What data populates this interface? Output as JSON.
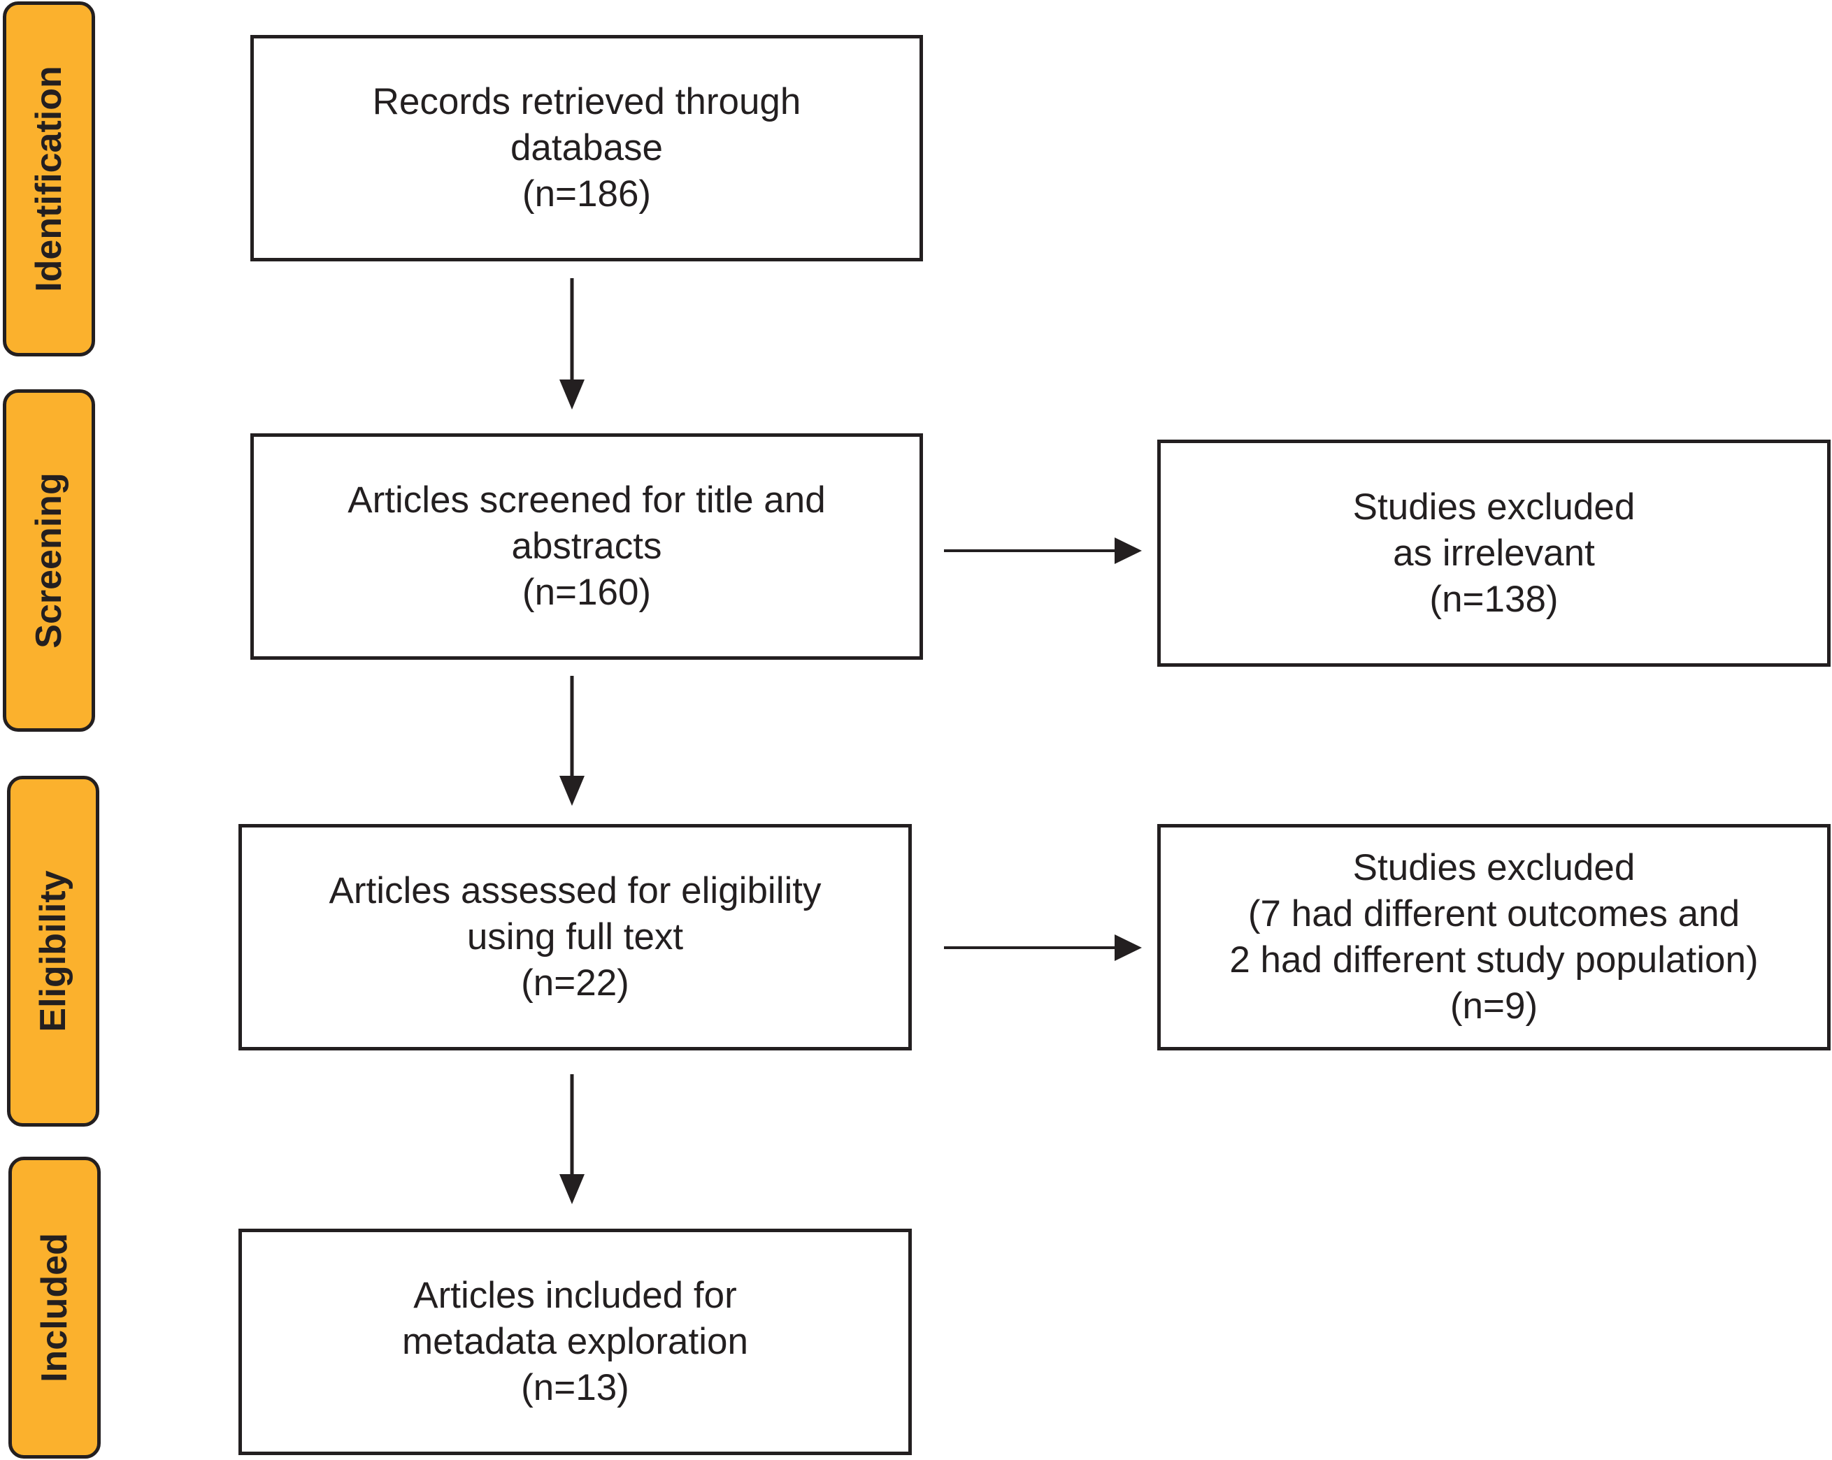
{
  "phases": {
    "identification": "Identification",
    "screening": "Screening",
    "eligibility": "Eligibility",
    "included": "Included"
  },
  "boxes": {
    "records": {
      "line1": "Records retrieved through",
      "line2": "database",
      "count": "(n=186)"
    },
    "screened": {
      "line1": "Articles screened for title and",
      "line2": "abstracts",
      "count": "(n=160)"
    },
    "excluded_irrelevant": {
      "line1": "Studies excluded",
      "line2": "as irrelevant",
      "count": "(n=138)"
    },
    "assessed": {
      "line1": "Articles assessed for eligibility",
      "line2": "using full text",
      "count": "(n=22)"
    },
    "excluded_fulltext": {
      "line1": "Studies excluded",
      "line2": "(7 had different outcomes and",
      "line3": "2 had different study population)",
      "count": "(n=9)"
    },
    "included": {
      "line1": "Articles included for",
      "line2": "metadata exploration",
      "count": "(n=13)"
    }
  },
  "colors": {
    "phase_fill": "#fbb12d",
    "stroke": "#231f20",
    "box_fill": "#ffffff"
  }
}
